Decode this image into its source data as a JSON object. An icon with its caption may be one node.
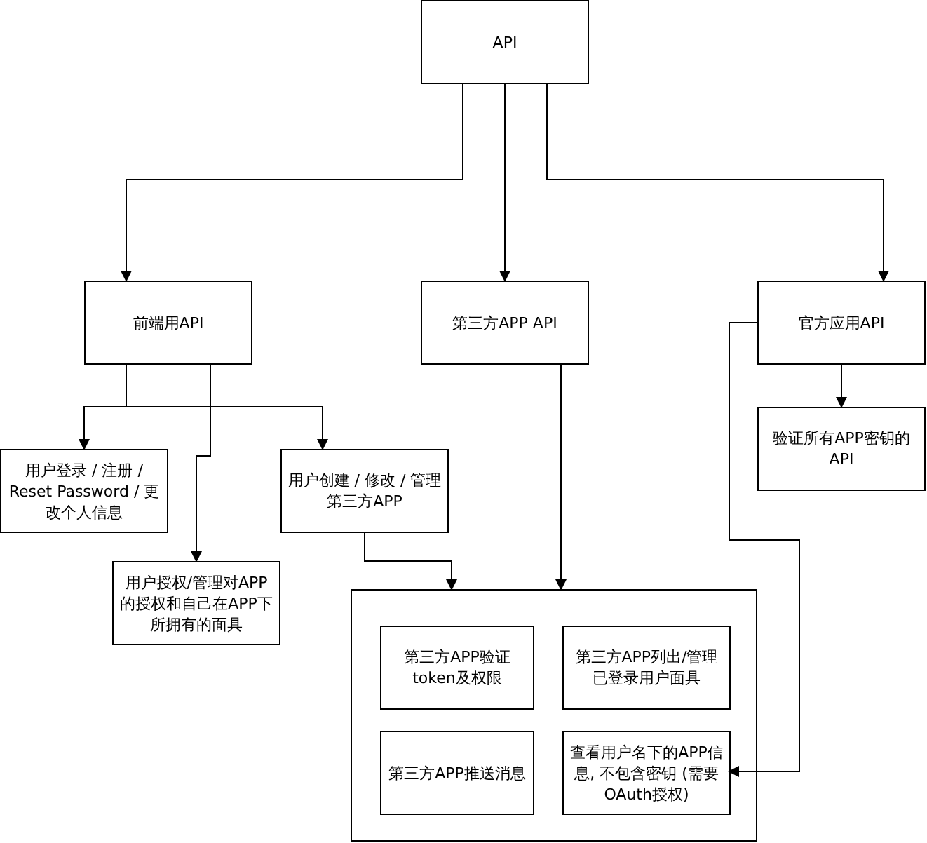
{
  "diagram": {
    "nodes": [
      {
        "text": [
          "API"
        ]
      },
      {
        "text": [
          "前端用API"
        ]
      },
      {
        "text": [
          "第三方APP API"
        ]
      },
      {
        "text": [
          "官方应用API"
        ]
      },
      {
        "text": [
          "用户登录 / 注册 / Reset Password / 更改个人信息"
        ]
      },
      {
        "text": [
          "用户授权/管理对APP的授权和自己在APP下所拥有的面具"
        ]
      },
      {
        "text": [
          "用户创建 / 修改 / 管理第三方APP"
        ]
      },
      {
        "text": [
          "验证所有APP密钥的API"
        ]
      },
      {
        "text": [],
        "shape": "box"
      },
      {
        "text": [
          "第三方APP验证token及权限"
        ],
        "in": 8
      },
      {
        "text": [
          "第三方APP列出/管理已登录用户面具"
        ],
        "in": 8
      },
      {
        "text": [
          "第三方APP推送消息"
        ],
        "in": 8
      },
      {
        "text": [
          "查看用户名下的APP信息, 不包含密钥 (需要OAuth授权)"
        ],
        "in": 8
      }
    ],
    "edges": [
      {
        "from": 0,
        "to": 1,
        "arrow": "to"
      },
      {
        "from": 0,
        "to": 2,
        "arrow": "to"
      },
      {
        "from": 0,
        "to": 3,
        "arrow": "to"
      },
      {
        "from": 1,
        "to": 4,
        "arrow": "to"
      },
      {
        "from": 1,
        "to": 5,
        "arrow": "to"
      },
      {
        "from": 1,
        "to": 6,
        "arrow": "to"
      },
      {
        "from": 6,
        "to": 8,
        "arrow": "to"
      },
      {
        "from": 2,
        "to": 8,
        "arrow": "to"
      },
      {
        "from": 3,
        "to": 7,
        "arrow": "to"
      },
      {
        "from": 3,
        "to": 12,
        "arrow": "to"
      }
    ]
  }
}
